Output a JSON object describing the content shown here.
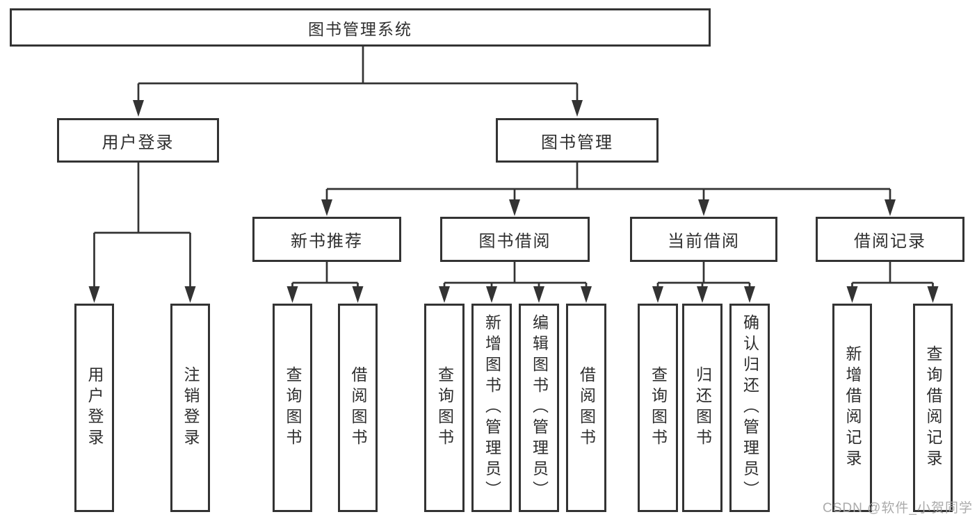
{
  "tree": {
    "title": "图书管理系统",
    "branches": [
      {
        "label": "用户登录",
        "children": [
          {
            "label": "用户登录"
          },
          {
            "label": "注销登录"
          }
        ]
      },
      {
        "label": "图书管理",
        "children": [
          {
            "label": "新书推荐",
            "children": [
              {
                "label": "查询图书"
              },
              {
                "label": "借阅图书"
              }
            ]
          },
          {
            "label": "图书借阅",
            "children": [
              {
                "label": "查询图书"
              },
              {
                "label": "新增图书（管理员）"
              },
              {
                "label": "编辑图书（管理员）"
              },
              {
                "label": "借阅图书"
              }
            ]
          },
          {
            "label": "当前借阅",
            "children": [
              {
                "label": "查询图书"
              },
              {
                "label": "归还图书"
              },
              {
                "label": "确认归还（管理员）"
              }
            ]
          },
          {
            "label": "借阅记录",
            "children": [
              {
                "label": "新增借阅记录"
              },
              {
                "label": "查询借阅记录"
              }
            ]
          }
        ]
      }
    ]
  },
  "watermark": {
    "text": "CSDN @软件_小贺同学"
  },
  "colors": {
    "line": "#333333",
    "box_background": "#ffffff",
    "text": "#2e2e2e",
    "watermark": "#a4a4a4"
  }
}
